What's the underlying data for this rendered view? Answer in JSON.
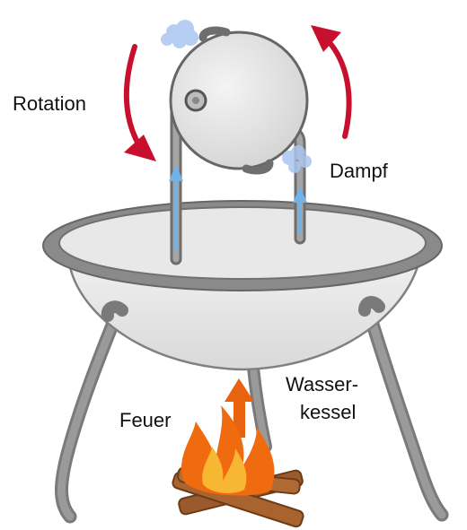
{
  "labels": {
    "rotation": "Rotation",
    "steam": "Dampf",
    "kettle_line1": "Wasser-",
    "kettle_line2": "kessel",
    "fire": "Feuer"
  },
  "colors": {
    "background": "#ffffff",
    "metal_dark": "#7a7a7a",
    "metal_light": "#d9d9d9",
    "bowl_fill": "#e6e6e6",
    "rotation_arrow": "#c8102e",
    "steam_arrow": "#6fb3ea",
    "steam_puff": "#a9c6ef",
    "heat_arrow": "#e8620f",
    "flame_outer": "#f06a0f",
    "flame_inner": "#f7b733",
    "wood": "#9b5a2c"
  }
}
